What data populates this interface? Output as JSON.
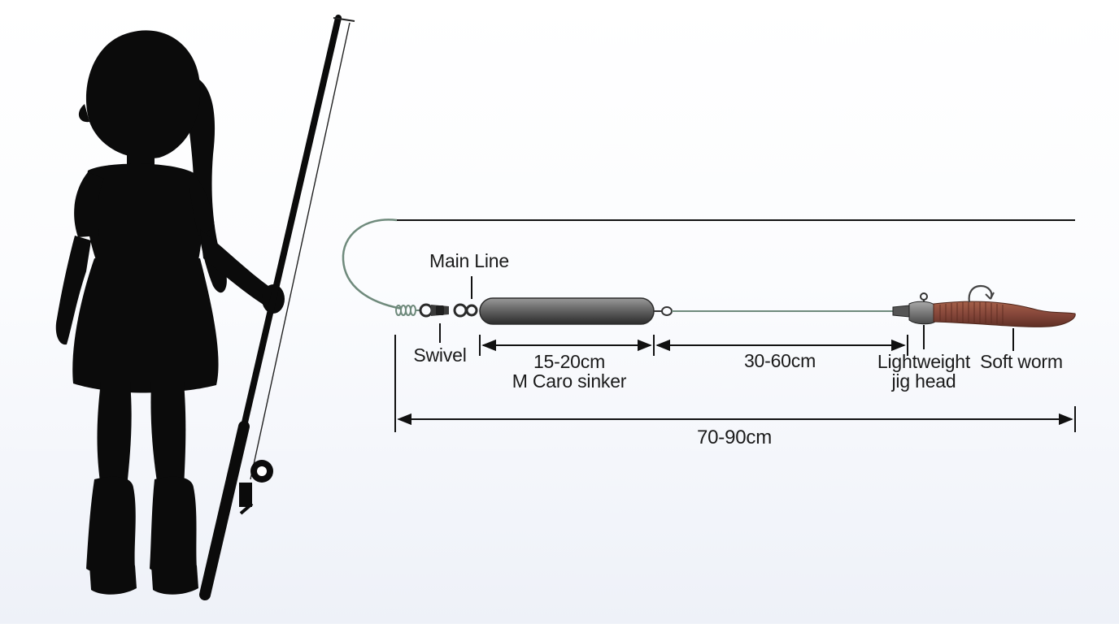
{
  "labels": {
    "main_line": "Main Line",
    "swivel": "Swivel",
    "sinker_length": "15-20cm",
    "sinker_name": "M Caro sinker",
    "leader_length": "30-60cm",
    "jig_head_line1": "Lightweight",
    "jig_head_line2": "jig head",
    "soft_worm": "Soft worm",
    "total_length": "70-90cm"
  },
  "colors": {
    "silhouette": "#0b0b0b",
    "line": "#6f8a7c",
    "sinker": "#6b6b6b",
    "worm": "#8a4a36",
    "text": "#1a1a1a"
  }
}
